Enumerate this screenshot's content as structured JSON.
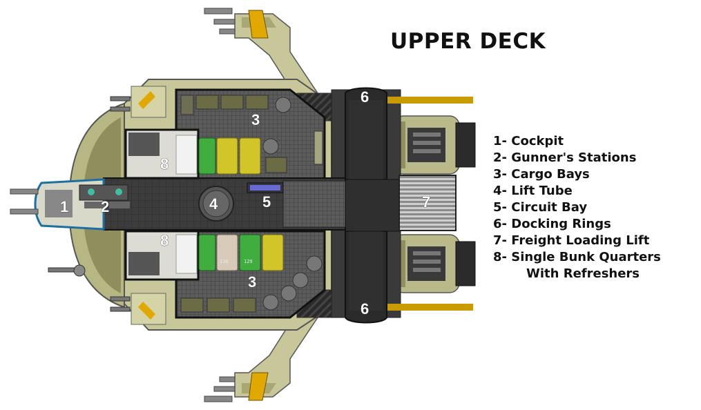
{
  "title": "UPPER DECK",
  "zones": {
    "cockpit": "1",
    "gunners": "2",
    "cargo_top": "3",
    "cargo_bottom": "3",
    "lift": "4",
    "circuit": "5",
    "dock_top": "6",
    "dock_bottom": "6",
    "freight": "7",
    "quarters_top": "8",
    "quarters_bottom": "8"
  },
  "crates": [
    "130",
    "129"
  ],
  "legend": [
    "1- Cockpit",
    "2- Gunner's Stations",
    "3- Cargo Bays",
    "4- Lift Tube",
    "5- Circuit Bay",
    "6- Docking Rings",
    "7- Freight Loading Lift",
    "8- Single Bunk Quarters",
    "With Refreshers"
  ],
  "colors": {
    "hull": "#c7c79a",
    "hull_dark": "#7f7f55",
    "accent": "#e0a800",
    "deck": "#4a4a4a",
    "corridor": "#303030",
    "crate_green": "#3fae3f",
    "crate_yellow": "#d2c52a"
  }
}
